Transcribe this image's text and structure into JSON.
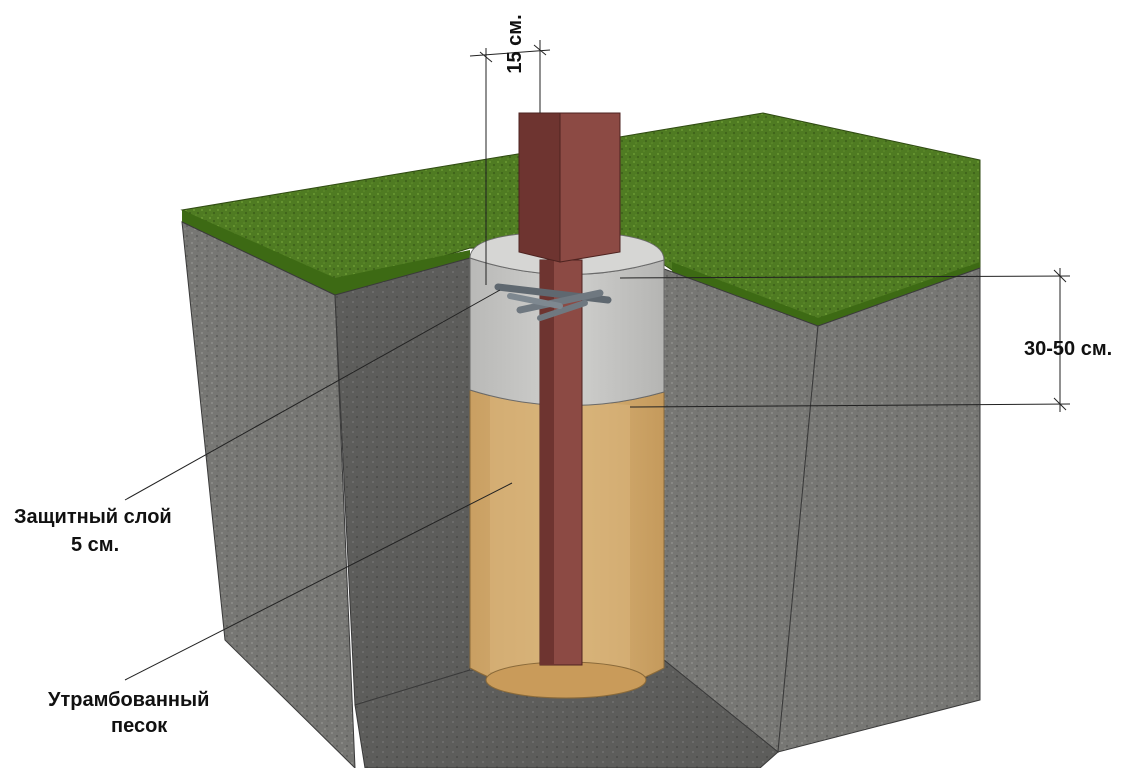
{
  "labels": {
    "width": "15 см.",
    "depth": "30-50 см.",
    "protective_layer_line1": "Защитный слой",
    "protective_layer_line2": "5 см.",
    "sand_line1": "Утрамбованный",
    "sand_line2": "песок"
  },
  "colors": {
    "grass": "#4e7a22",
    "soil": "#7a7a78",
    "soil_dark": "#5e5e5c",
    "concrete": "#c2c2c0",
    "sand": "#d2ae74",
    "post": "#8c4a44",
    "post_side": "#6e3430",
    "rebar": "#6f7880"
  }
}
